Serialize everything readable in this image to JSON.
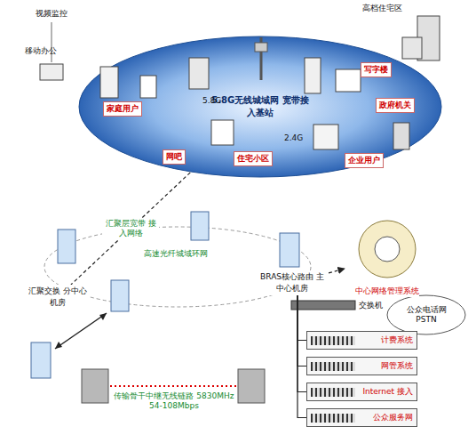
{
  "diagram": {
    "nodes": [
      {
        "text": [
          "5.8G无线城域网 宽带接入基站"
        ]
      },
      {
        "text": [
          "家庭用户"
        ],
        "in": 0
      },
      {
        "text": [
          "网吧"
        ],
        "in": 0
      },
      {
        "text": [
          "写字楼"
        ],
        "in": 0
      },
      {
        "text": [
          "政府机关"
        ],
        "in": 0
      },
      {
        "text": [
          "企业用户"
        ],
        "in": 0
      },
      {
        "text": [
          "住宅小区"
        ],
        "in": 0
      },
      {
        "text": [
          "汇聚交换 分中心机房"
        ]
      },
      {
        "text": [
          "BRAS核心路由 主中心机房"
        ]
      },
      {
        "text": [
          "中心网络管理系统"
        ]
      },
      {
        "text": [
          "计费系统"
        ]
      },
      {
        "text": [
          "网管系统"
        ]
      },
      {
        "text": [
          "Internet 接入"
        ]
      },
      {
        "text": [
          "公众服务网"
        ]
      }
    ],
    "edges": [
      {
        "from": 0,
        "to": 7,
        "arrow": "none",
        "label": "汇聚层宽带 接入网络"
      },
      {
        "from": 8,
        "to": 9,
        "arrow": "to"
      },
      {
        "from": 8,
        "to": 10,
        "arrow": "none"
      },
      {
        "from": 8,
        "to": 11,
        "arrow": "none"
      },
      {
        "from": 8,
        "to": 12,
        "arrow": "none"
      },
      {
        "from": 8,
        "to": 13,
        "arrow": "none"
      }
    ],
    "labels": [
      "视频监控",
      "移动办公",
      "高档住宅区",
      "5.8G",
      "2.4G",
      "高速光纤城域环网",
      "传输骨干中继无线链路 5830MHz 54-108Mbps",
      "公众电话网 PSTN",
      "交换机"
    ]
  }
}
